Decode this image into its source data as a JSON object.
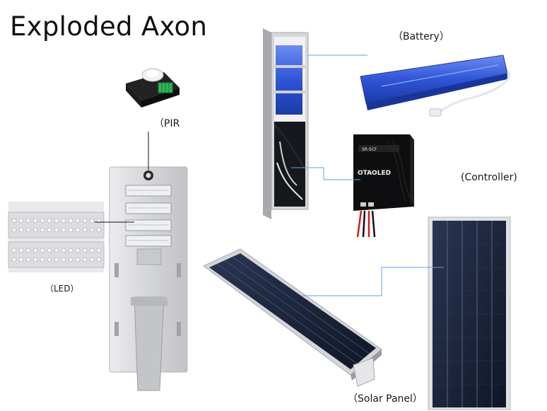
{
  "title": "Exploded Axon",
  "labels": {
    "battery": "（Battery）",
    "pir": "（PIR",
    "controller": "(Controller)",
    "led": "（LED）",
    "solar_panel": "（Solar Panel）"
  },
  "controller_brand": "OTAOLED",
  "controller_model": "SR-SCF",
  "colors": {
    "leader_line": "#5aa6e6",
    "panel_frame": "#c8c8c8",
    "solar_cell": "#1a2236",
    "battery": "#2f55d6",
    "controller_body": "#111111",
    "lamp_body": "#d9dadd"
  }
}
